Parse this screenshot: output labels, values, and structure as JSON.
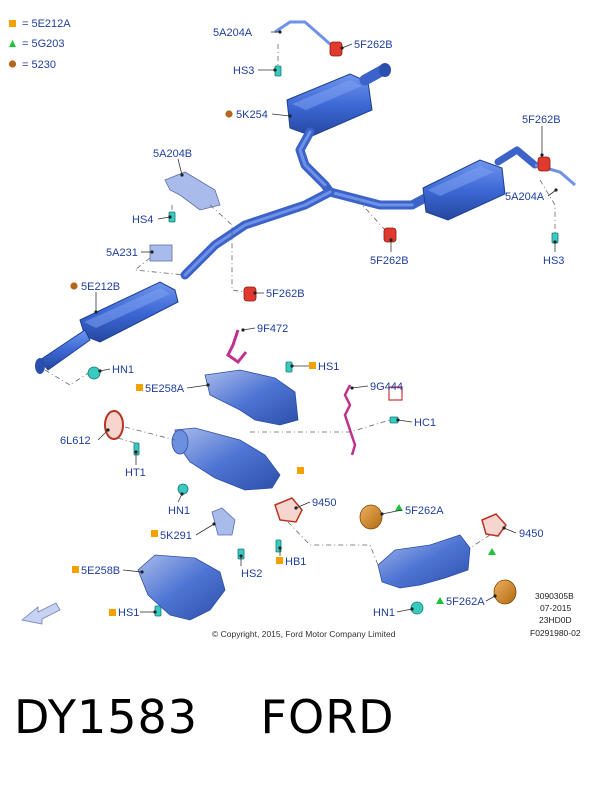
{
  "legend": [
    {
      "symbol": "square",
      "label": "= 5E212A",
      "color": "#f4a100"
    },
    {
      "symbol": "triangle",
      "label": "= 5G203",
      "color": "#1ec23a"
    },
    {
      "symbol": "circle",
      "label": "= 5230",
      "color": "#b5651d"
    }
  ],
  "callouts": {
    "c1": "5A204A",
    "c2": "5F262B",
    "c3": "HS3",
    "c4": "5K254",
    "c5": "5F262B",
    "c6": "5A204B",
    "c7": "5A204A",
    "c8": "HS4",
    "c9": "5F262B",
    "c10": "HS3",
    "c11": "5A231",
    "c12": "5E212B",
    "c13": "5F262B",
    "c14": "9F472",
    "c15": "HN1",
    "c16": "HS1",
    "c17": "5E258A",
    "c18": "9G444",
    "c19": "6L612",
    "c20": "HC1",
    "c21": "HT1",
    "c22": "HN1",
    "c23": "9450",
    "c24": "5F262A",
    "c25": "5K291",
    "c26": "9450",
    "c27": "HB1",
    "c28": "HS2",
    "c29": "5E258B",
    "c30": "HS1",
    "c31": "HN1",
    "c32": "5F262A"
  },
  "meta": {
    "line1": "3090305B",
    "line2": "07-2015",
    "line3": "23HD0D",
    "line4": "F0291980-02",
    "copyright": "© Copyright, 2015, Ford Motor Company Limited"
  },
  "footer": "DY1583    FORD"
}
